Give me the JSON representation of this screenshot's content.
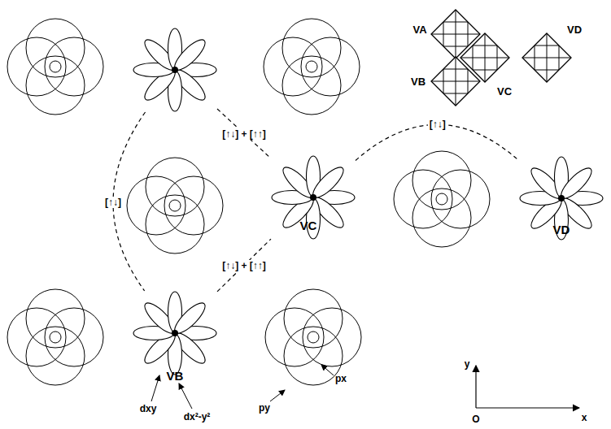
{
  "diagram": {
    "nodes": [
      {
        "text": [
          "VA"
        ]
      },
      {
        "text": [
          "VB"
        ]
      },
      {
        "text": [
          "VC"
        ]
      },
      {
        "text": [
          "VD"
        ]
      }
    ],
    "edges": [
      {
        "from": 0,
        "to": 1,
        "label": "[↑↓]",
        "arrow": "none"
      },
      {
        "from": 0,
        "to": 2,
        "label": "[↑↓] + [↑↑]",
        "arrow": "none"
      },
      {
        "from": 1,
        "to": 2,
        "label": "[↑↓] + [↑↑]",
        "arrow": "none"
      },
      {
        "from": 2,
        "to": 3,
        "label": "[↑↓]",
        "arrow": "none"
      }
    ],
    "labels": [
      "VA",
      "VB",
      "VC",
      "VD",
      "dxy",
      "dx²-y²",
      "px",
      "py",
      "y",
      "x",
      "O"
    ]
  }
}
